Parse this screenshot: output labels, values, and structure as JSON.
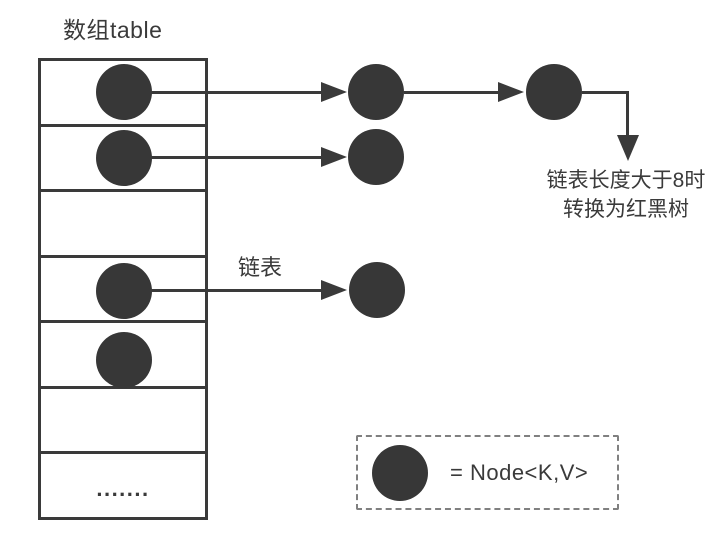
{
  "title": "数组table",
  "labels": {
    "linked_list": "链表",
    "ellipsis": "......."
  },
  "annotation": {
    "line1": "链表长度大于8时",
    "line2": "转换为红黑树"
  },
  "legend": {
    "node_icon": "filled-circle-node-icon",
    "text": "= Node<K,V>"
  },
  "colors": {
    "ink": "#3a3a3a",
    "node_fill": "#373737",
    "legend_border": "#808080",
    "background": "#ffffff"
  },
  "diagram": {
    "type": "hashmap-array-with-linked-lists",
    "bucket_count": 7,
    "buckets": [
      {
        "row": 1,
        "has_node": true,
        "chain_nodes": 2,
        "chain_continues_to": "treeify-annotation"
      },
      {
        "row": 2,
        "has_node": true,
        "chain_nodes": 1
      },
      {
        "row": 3,
        "has_node": false,
        "chain_nodes": 0
      },
      {
        "row": 4,
        "has_node": true,
        "chain_nodes": 1,
        "arrow_label": "链表"
      },
      {
        "row": 5,
        "has_node": true,
        "chain_nodes": 0
      },
      {
        "row": 6,
        "has_node": false,
        "chain_nodes": 0
      },
      {
        "row": 7,
        "has_node": false,
        "chain_nodes": 0,
        "cell_text": "......."
      }
    ]
  }
}
